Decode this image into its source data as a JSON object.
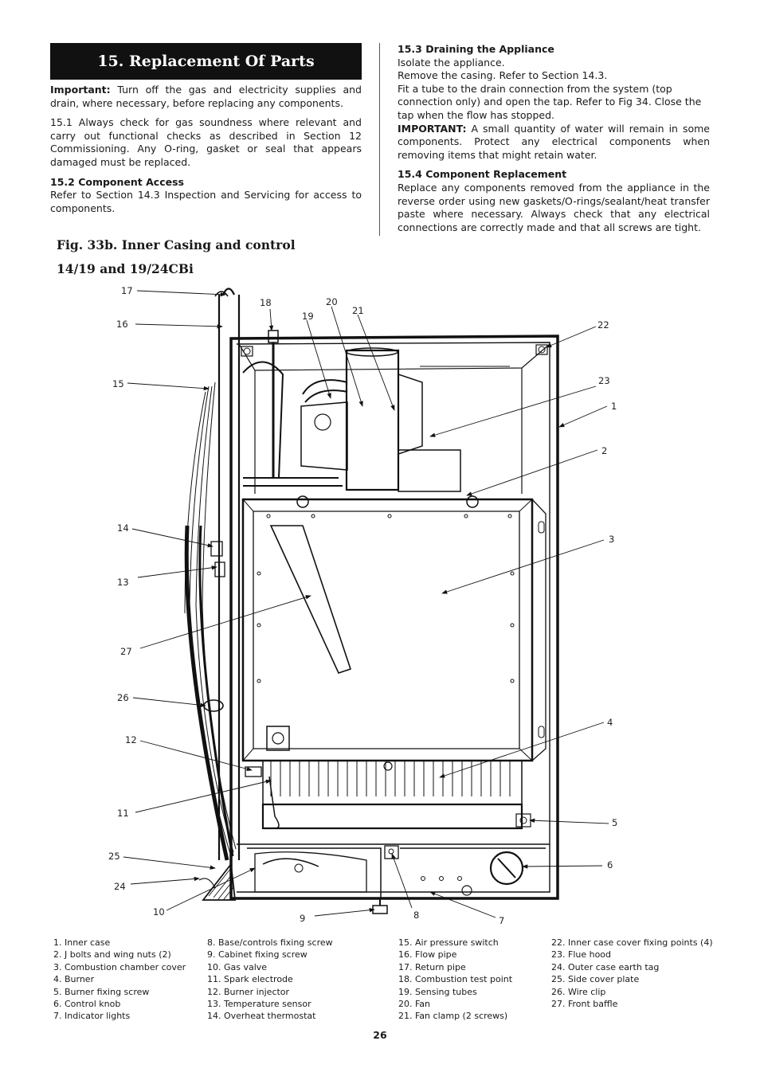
{
  "section": {
    "title": "15. Replacement Of Parts",
    "important_label": "Important:",
    "important_text": " Turn off the gas and electricity supplies and drain, where necessary, before replacing any components.",
    "p151_num": "15.1",
    "p151_text": " Always check for gas soundness where relevant and carry out functional checks as described in Section 12 Commissioning. Any O-ring, gasket or seal that appears damaged must be replaced.",
    "h152": "15.2 Component Access",
    "p152": "Refer to Section 14.3 Inspection and Servicing for access to components.",
    "h153": "15.3 Draining the Appliance",
    "p153_1": "Isolate the appliance.",
    "p153_2": "Remove the casing. Refer to Section 14.3.",
    "p153_3": "Fit a tube to the drain connection from the system (top connection only) and open the tap. Refer to Fig 34. Close the tap when the flow has stopped.",
    "p153_important_label": "IMPORTANT:",
    "p153_important_text": " A small quantity of water will remain in some components. Protect any electrical components when removing items that might retain water.",
    "h154": "15.4 Component Replacement",
    "p154": "Replace any components removed from the appliance in the reverse order using new gaskets/O-rings/sealant/heat transfer paste where necessary. Always check that any electrical connections are correctly made and that all screws are tight."
  },
  "figure": {
    "title_line1": "Fig. 33b.  Inner Casing and control",
    "title_line2": "14/19 and 19/24CBi",
    "callouts": [
      "17",
      "18",
      "20",
      "19",
      "21",
      "22",
      "16",
      "15",
      "23",
      "1",
      "2",
      "14",
      "3",
      "13",
      "27",
      "26",
      "4",
      "12",
      "11",
      "5",
      "25",
      "6",
      "24",
      "10",
      "8",
      "9",
      "7"
    ]
  },
  "legend": {
    "col1": [
      "1.    Inner case",
      "2.    J bolts and wing nuts (2)",
      "3.    Combustion chamber cover",
      "4.    Burner",
      "5.    Burner fixing screw",
      "6.    Control knob",
      "7.    Indicator lights"
    ],
    "col2": [
      "8.    Base/controls fixing screw",
      "9.    Cabinet fixing screw",
      "10.  Gas valve",
      "11.  Spark electrode",
      "12.  Burner injector",
      "13.  Temperature sensor",
      "14.  Overheat thermostat"
    ],
    "col3": [
      "15.  Air pressure switch",
      "16.  Flow pipe",
      "17.  Return pipe",
      "18.  Combustion test point",
      "19.  Sensing tubes",
      "20.  Fan",
      "21.  Fan clamp  (2 screws)"
    ],
    "col4": [
      "22.  Inner case cover fixing points (4)",
      "23.  Flue hood",
      "24. Outer case earth tag",
      "25. Side cover plate",
      "26. Wire clip",
      "27. Front baffle"
    ]
  },
  "page_number": "26"
}
